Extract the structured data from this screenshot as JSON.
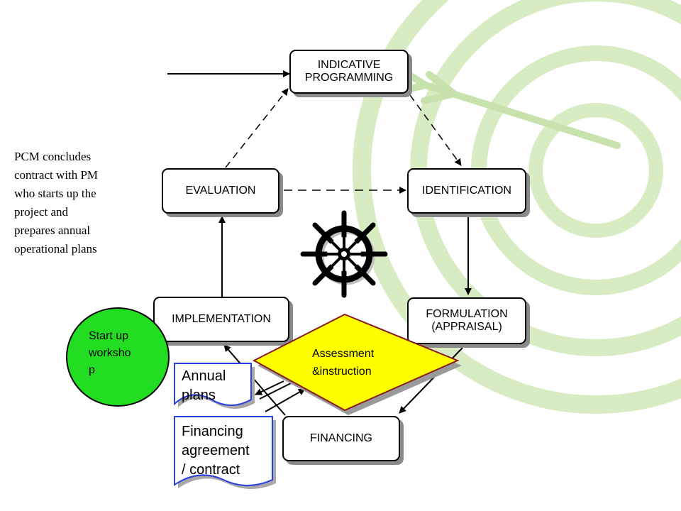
{
  "diagram": {
    "title": "",
    "boxes": {
      "indicative_programming": [
        "INDICATIVE",
        "PROGRAMMING"
      ],
      "identification": [
        "IDENTIFICATION"
      ],
      "formulation": [
        "FORMULATION",
        "(APPRAISAL)"
      ],
      "financing": [
        "FINANCING"
      ],
      "implementation": [
        "IMPLEMENTATION"
      ],
      "evaluation": [
        "EVALUATION"
      ]
    },
    "side_note": [
      "PCM concludes",
      "contract with PM",
      "who starts up the",
      "project and",
      "prepares annual",
      "operational plans"
    ],
    "startup_workshop": [
      "Start up",
      "worksho",
      "p"
    ],
    "assessment": [
      "Assessment",
      "&instruction"
    ],
    "documents": {
      "annual_plans": [
        "Annual",
        "plans"
      ],
      "financing_agreement": [
        "Financing",
        "agreement",
        "/ contract"
      ]
    },
    "colors": {
      "startup_fill": "#22dd22",
      "diamond_fill": "#ffff00",
      "diamond_border": "#8b1a1a",
      "document_border": "#2a3fe0",
      "watermark": "#d8ecc4",
      "box_shadow": "#8a8a8a"
    },
    "icons": [
      "ship-wheel-icon",
      "target-dart-watermark"
    ]
  }
}
